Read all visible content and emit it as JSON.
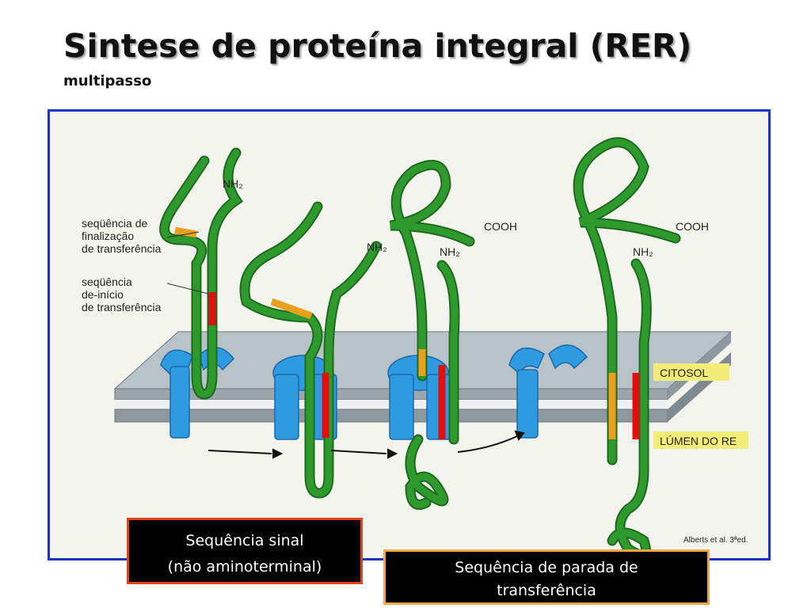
{
  "header": {
    "title": "Sintese de proteína integral (RER)",
    "subtitle": "multipasso"
  },
  "figure": {
    "labels": {
      "stop_transfer_1": "seqüência de",
      "stop_transfer_2": "finalização",
      "stop_transfer_3": "de transferência",
      "start_transfer_1": "seqüência",
      "start_transfer_2": "de-início",
      "start_transfer_3": "de transferência",
      "nh2": "NH₂",
      "cooh": "COOH",
      "citosol": "CITOSOL",
      "lumen": "LÚMEN DO RE"
    },
    "citation": "Alberts et al. 3ªed.",
    "colors": {
      "chain": "#228b22",
      "start_transfer": "#e01010",
      "stop_transfer": "#e8a020",
      "translocon": "#2e9ae0",
      "membrane": "#a8b4bc",
      "label_bg": "#f4ec78",
      "frame": "#1a33c8"
    }
  },
  "callouts": {
    "signal_line1": "Sequência sinal",
    "signal_line2": "(não aminoterminal)",
    "stop_line1": "Sequência de parada de",
    "stop_line2": "transferência"
  }
}
